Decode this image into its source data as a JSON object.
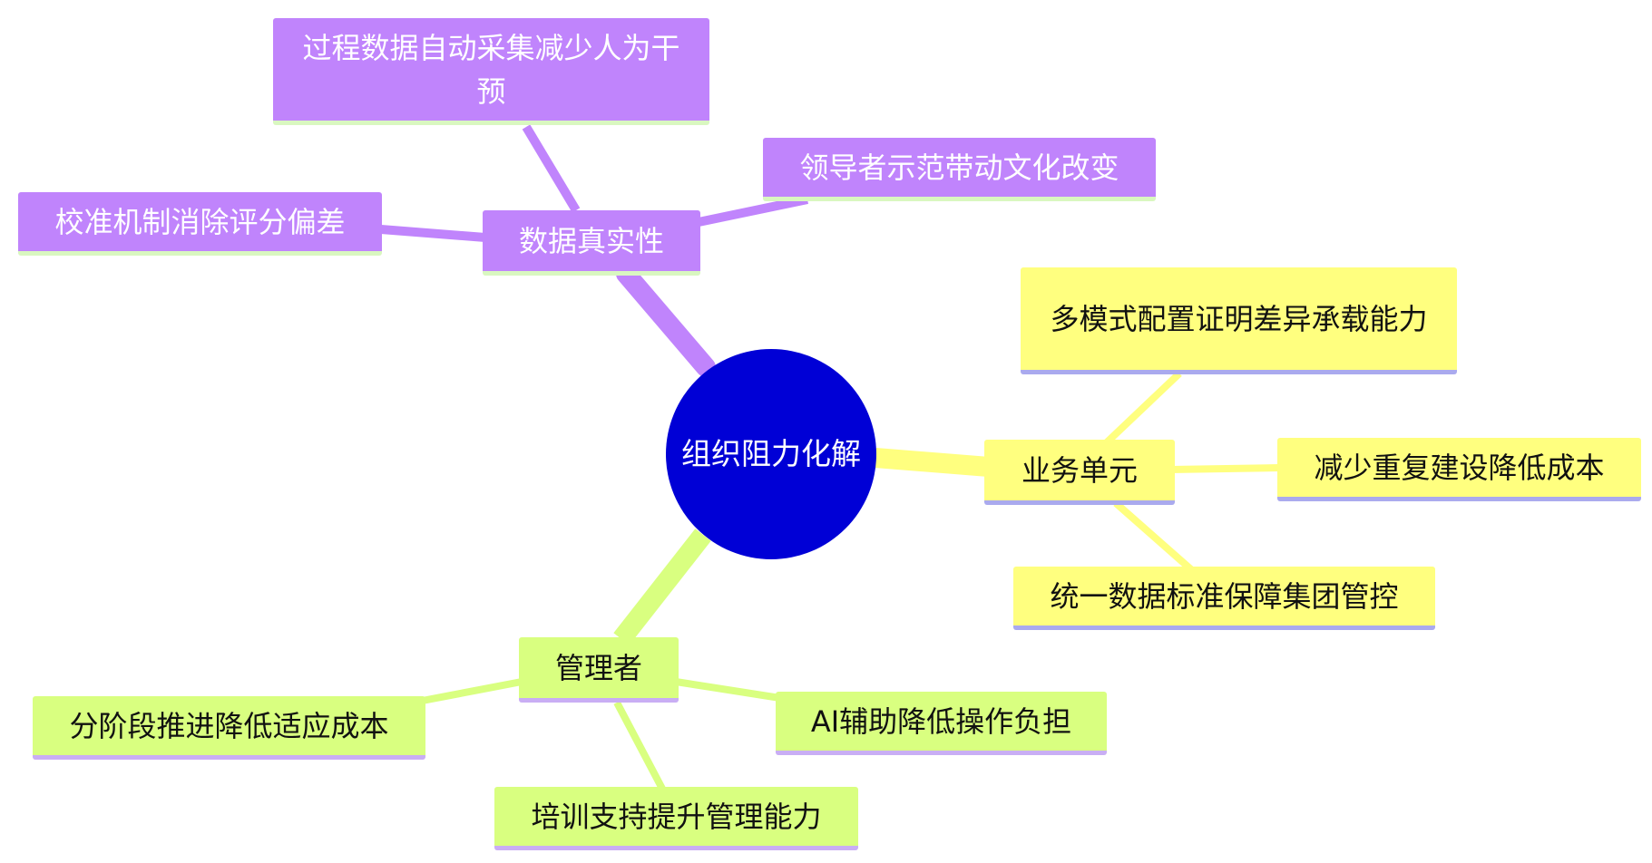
{
  "root": {
    "label": "组织阻力化解",
    "color": "#0000d6"
  },
  "branches": {
    "data_authenticity": {
      "label": "数据真实性",
      "color": "#c084fc",
      "children": [
        "过程数据自动采集减少人为干预",
        "领导者示范带动文化改变",
        "校准机制消除评分偏差"
      ]
    },
    "business_unit": {
      "label": "业务单元",
      "color": "#ffff7f",
      "children": [
        "多模式配置证明差异承载能力",
        "减少重复建设降低成本",
        "统一数据标准保障集团管控"
      ]
    },
    "manager": {
      "label": "管理者",
      "color": "#d9ff80",
      "children": [
        "分阶段推进降低适应成本",
        "AI辅助降低操作负担",
        "培训支持提升管理能力"
      ]
    }
  }
}
